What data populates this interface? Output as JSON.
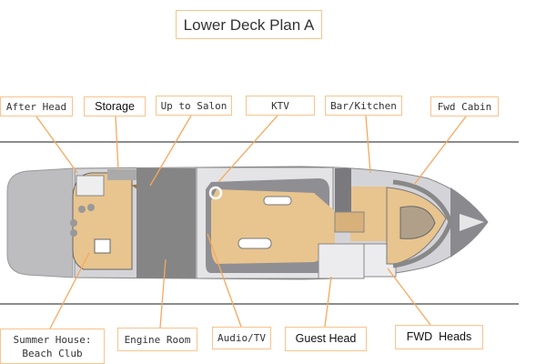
{
  "title": "Lower Deck Plan A",
  "labels": {
    "after_head": "After Head",
    "storage": "Storage",
    "up_to_salon": "Up to Salon",
    "ktv": "KTV",
    "bar_kitchen": "Bar/Kitchen",
    "fwd_cabin": "Fwd Cabin",
    "summer_house": "Summer House:\nBeach Club",
    "engine_room": "Engine Room",
    "audio_tv": "Audio/TV",
    "guest_head": "Guest Head",
    "fwd_heads": "FWD  Heads"
  },
  "colors": {
    "accent": "#f6a85c",
    "wood": "#e8c48f",
    "hull": "#c8c8cc",
    "engine": "#858585"
  }
}
